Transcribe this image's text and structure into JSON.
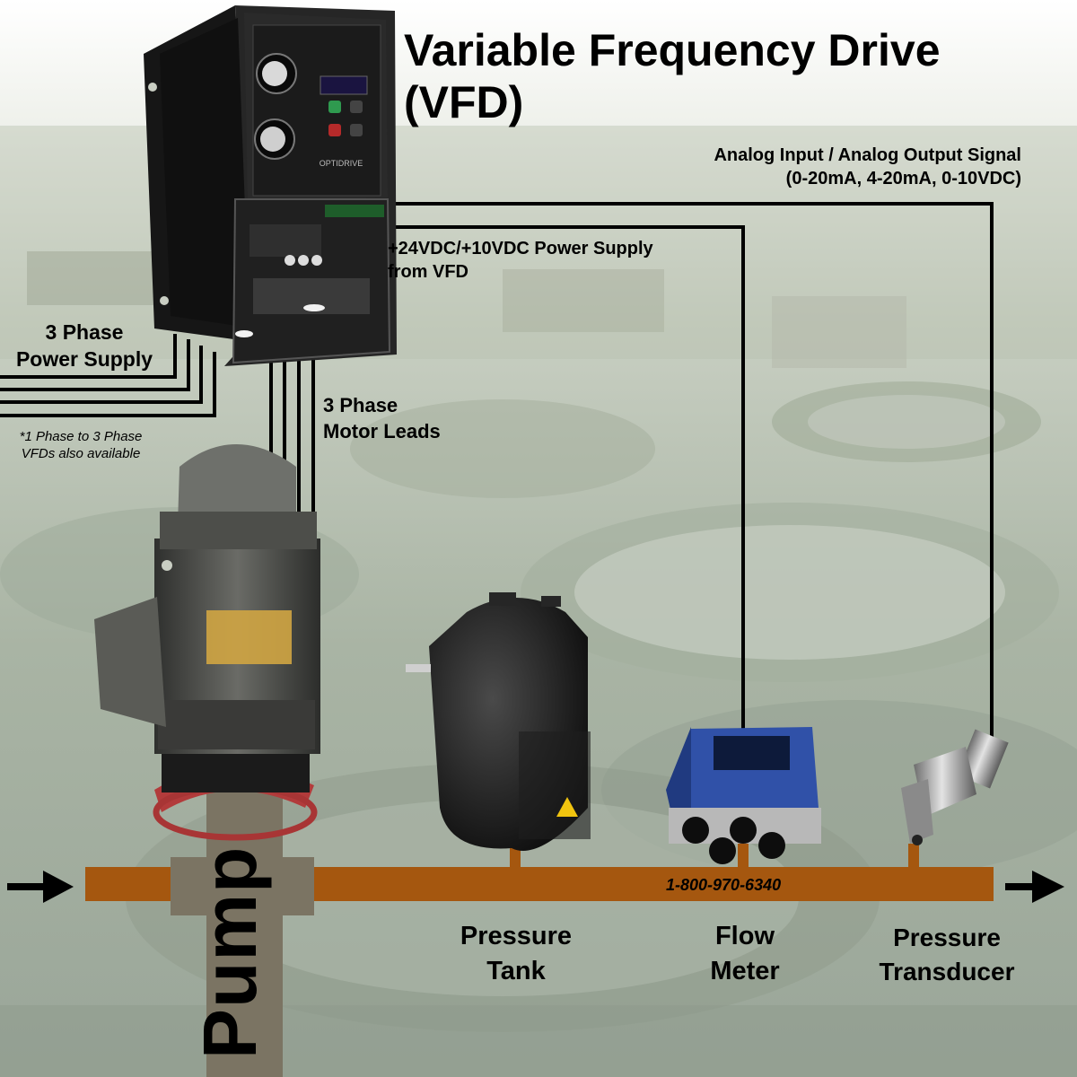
{
  "title_line1": "Variable Frequency Drive",
  "title_line2": "(VFD)",
  "signal": {
    "line1": "Analog Input / Analog Output Signal",
    "line2": "(0-20mA, 4-20mA, 0-10VDC)"
  },
  "power_supply": {
    "line1": "+24VDC/+10VDC Power Supply",
    "line2": "from VFD"
  },
  "three_phase_supply": {
    "line1": "3 Phase",
    "line2": "Power Supply"
  },
  "note": {
    "line1": "*1 Phase to 3 Phase",
    "line2": "VFDs also available"
  },
  "motor_leads": {
    "line1": "3 Phase",
    "line2": "Motor Leads"
  },
  "phone": "1-800-970-6340",
  "vfd_brand": "OPTIDRIVE",
  "components": {
    "tank_line1": "Pressure",
    "tank_line2": "Tank",
    "flow_line1": "Flow",
    "flow_line2": "Meter",
    "transducer_line1": "Pressure",
    "transducer_line2": "Transducer",
    "pump": "Pump"
  },
  "colors": {
    "pipe": "#a5570f",
    "pump_column": "#7b7463",
    "wire": "#000000",
    "background": "#c9cec3"
  }
}
